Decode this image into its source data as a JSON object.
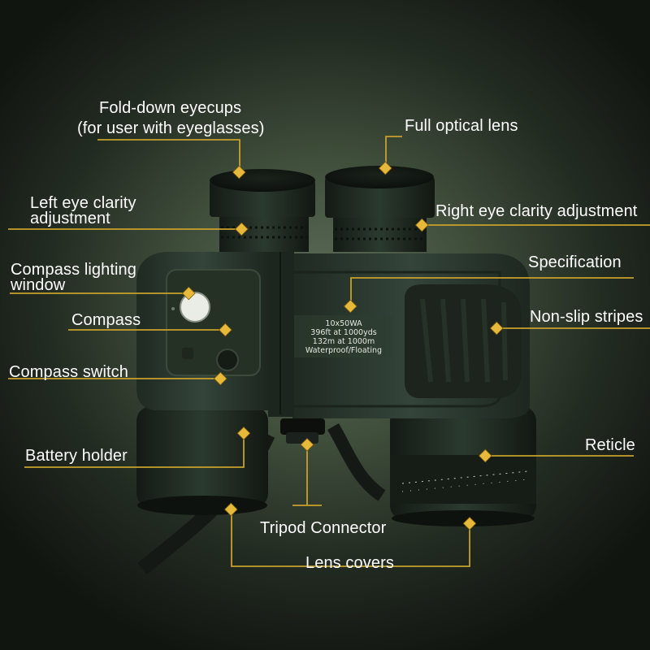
{
  "labels": {
    "eyecups_line1": "Fold-down eyecups",
    "eyecups_line2": "(for user with eyeglasses)",
    "optical_lens": "Full optical lens",
    "left_clarity_line1": "Left eye clarity",
    "left_clarity_line2": "adjustment",
    "right_clarity": "Right eye clarity adjustment",
    "compass_window_line1": "Compass lighting",
    "compass_window_line2": "window",
    "specification": "Specification",
    "compass": "Compass",
    "non_slip": "Non-slip stripes",
    "compass_switch": "Compass switch",
    "reticle": "Reticle",
    "battery_holder": "Battery holder",
    "tripod_connector": "Tripod Connector",
    "lens_covers": "Lens covers"
  },
  "spec_plate": {
    "line1": "10x50WA",
    "line2": "396ft at 1000yds",
    "line3": "132m at 1000m",
    "line4": "Waterproof/Floating"
  },
  "colors": {
    "leader": "#c8a02c",
    "marker": "#e6b93a",
    "body": "#2c3a2e",
    "text": "#ffffff"
  }
}
